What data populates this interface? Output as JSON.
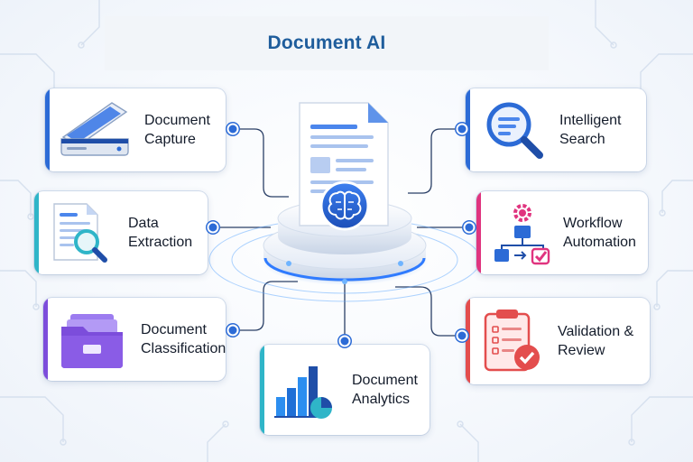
{
  "title": "Document AI",
  "colors": {
    "title": "#1f5d9c",
    "accent_blue": "#2c6bd6",
    "accent_teal": "#2fb5c8",
    "accent_purple": "#7c4ddb",
    "accent_pink": "#e0347f",
    "accent_red": "#e34d4d"
  },
  "hub": {
    "icon": "brain-chip-icon",
    "document_icon": "document-icon"
  },
  "cards": [
    {
      "id": "document-capture",
      "icon": "scanner-icon",
      "lines": [
        "Document",
        "Capture"
      ]
    },
    {
      "id": "data-extraction",
      "icon": "document-magnifier-icon",
      "lines": [
        "Data",
        "Extraction"
      ]
    },
    {
      "id": "document-classification",
      "icon": "folder-icon",
      "lines": [
        "Document",
        "Classification"
      ]
    },
    {
      "id": "document-analytics",
      "icon": "bar-chart-icon",
      "lines": [
        "Document",
        "Analytics"
      ]
    },
    {
      "id": "intelligent-search",
      "icon": "search-icon",
      "lines": [
        "Intelligent",
        "Search"
      ]
    },
    {
      "id": "workflow-automation",
      "icon": "workflow-icon",
      "lines": [
        "Workflow",
        "Automation"
      ]
    },
    {
      "id": "validation-review",
      "icon": "clipboard-check-icon",
      "lines": [
        "Validation &",
        "Review"
      ]
    }
  ]
}
